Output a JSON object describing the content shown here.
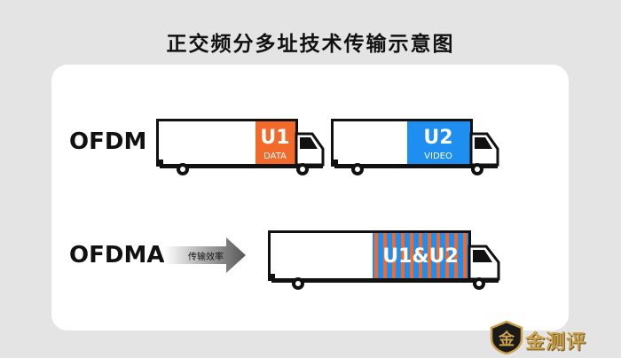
{
  "title": "正交频分多址技术传输示意图",
  "rows": {
    "ofdm": "OFDM",
    "ofdma": "OFDMA"
  },
  "trucks": [
    {
      "id": "t1",
      "cargo_title": "U1",
      "cargo_sub": "DATA",
      "cargo_color": "#f26a2a"
    },
    {
      "id": "t2",
      "cargo_title": "U2",
      "cargo_sub": "VIDEO",
      "cargo_color": "#1e8ff0"
    },
    {
      "id": "t3",
      "cargo_title": "U1&U2",
      "cargo_sub": "",
      "cargo_color": "#1e8ff0",
      "stripe_color": "#f26a2a"
    }
  ],
  "arrow_label": "传输效率",
  "logo": {
    "text": "金测评",
    "badge": "金"
  },
  "colors": {
    "orange": "#f26a2a",
    "blue": "#1e8ff0",
    "gold": "#c9a24b"
  }
}
